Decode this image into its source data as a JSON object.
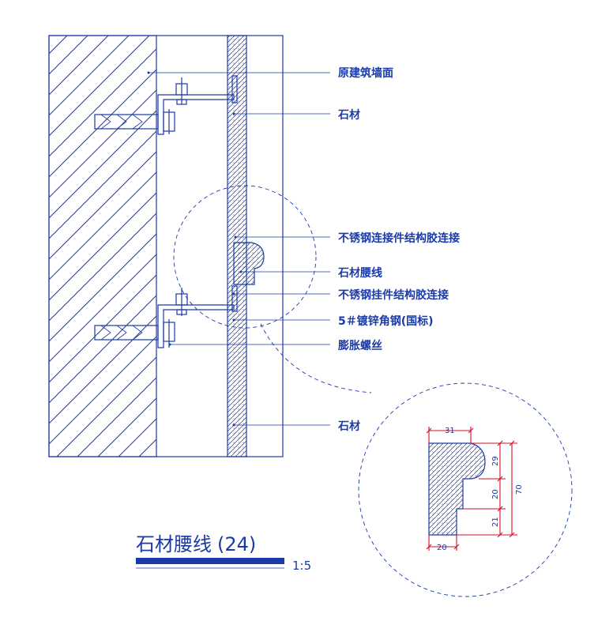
{
  "labels": {
    "original_wall": "原建筑墙面",
    "stone_top": "石材",
    "ss_connector_glue": "不锈钢连接件结构胶连接",
    "stone_waistline": "石材腰线",
    "ss_hanger_glue": "不锈钢挂件结构胶连接",
    "angle_steel": "5＃镀锌角钢(国标)",
    "expansion_bolt": "膨胀螺丝",
    "stone_bottom": "石材"
  },
  "dimensions": {
    "top_width": "31",
    "bottom_width": "20",
    "seg_top": "29",
    "seg_mid": "20",
    "seg_bottom": "21",
    "total_height": "70"
  },
  "title": {
    "name": "石材腰线",
    "number": "(24)",
    "scale": "1:5"
  },
  "colors": {
    "line": "#1a3aa8",
    "dimension": "#d0102a",
    "background": "#ffffff"
  }
}
